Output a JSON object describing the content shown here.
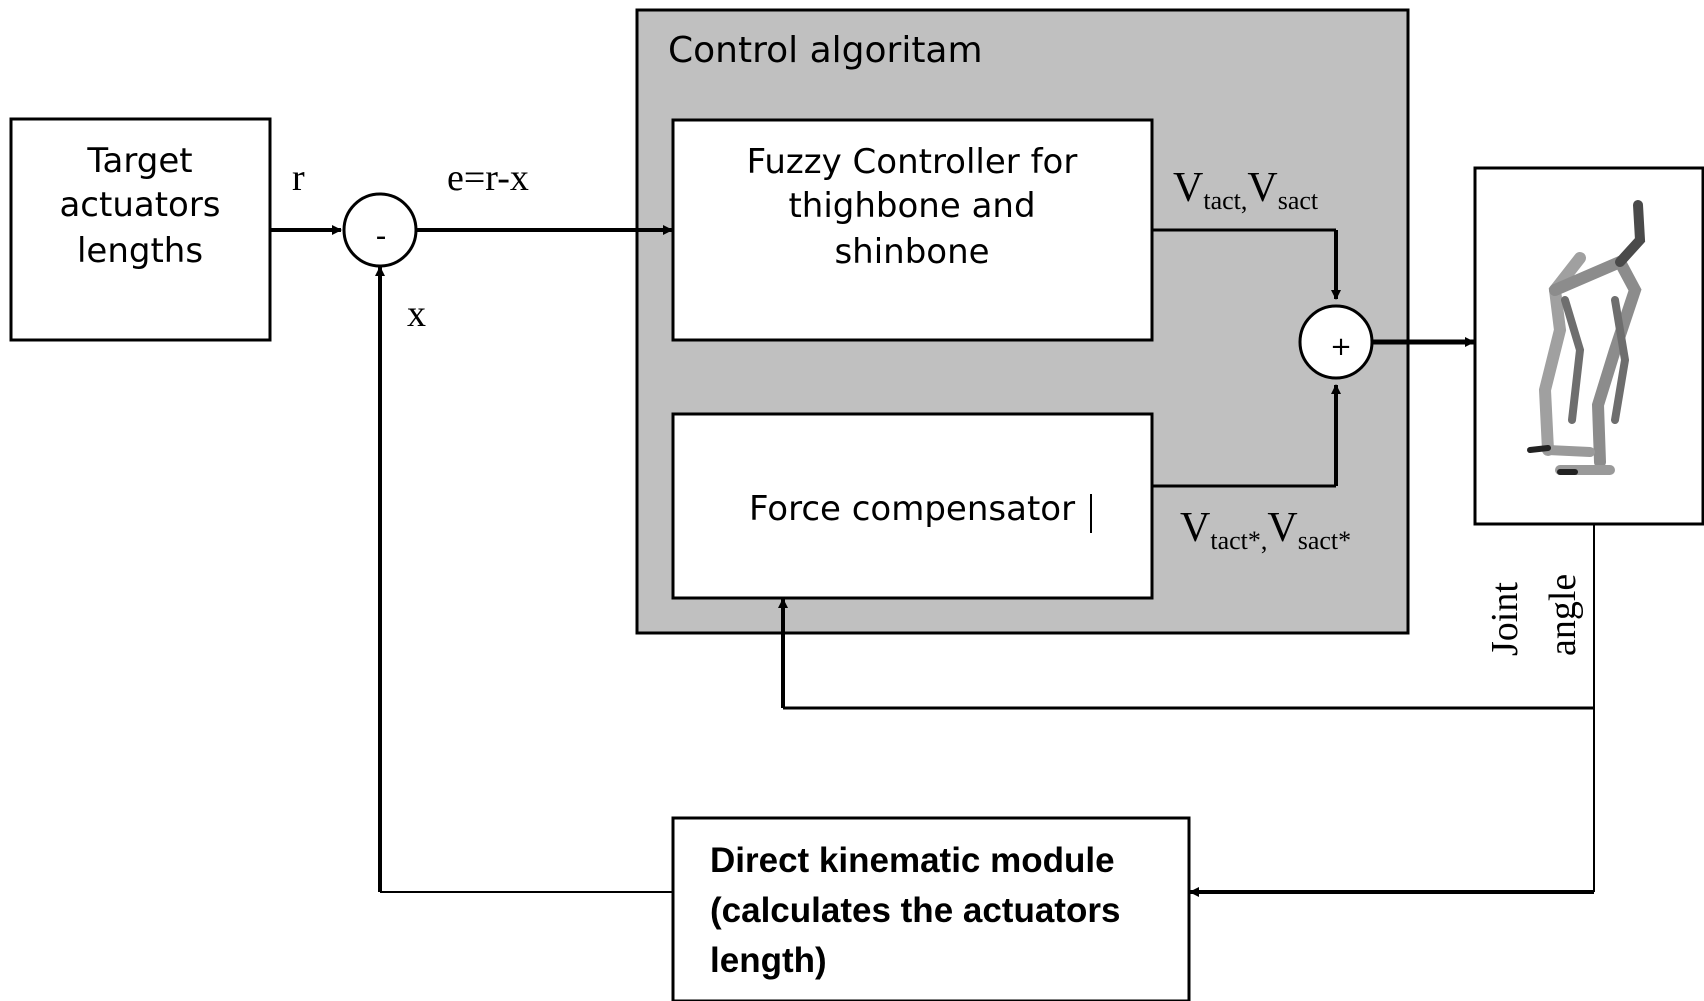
{
  "diagram": {
    "target_block": {
      "line1": "Target",
      "line2": "actuators",
      "line3": "lengths"
    },
    "signal_r": "r",
    "signal_e": "e=r-x",
    "signal_x": "x",
    "subtract_sign": "-",
    "sum_sign": "+",
    "control_group": {
      "title": "Control algoritam"
    },
    "fuzzy_block": {
      "line1": "Fuzzy Controller for",
      "line2": "thighbone and",
      "line3": "shinbone"
    },
    "force_block": {
      "label": "Force compensator"
    },
    "v_out_top": {
      "v1": "V",
      "sub1": "tact,",
      "v2": "V",
      "sub2": "sact"
    },
    "v_out_bottom": {
      "v1": "V",
      "sub1": "tact*,",
      "v2": "V",
      "sub2": "sact*"
    },
    "joint_angle": {
      "line1": "Joint",
      "line2": "angle"
    },
    "kinematic_block": {
      "line1": "Direct kinematic module",
      "line2": "(calculates the actuators",
      "line3": "length)"
    },
    "colors": {
      "control_group_fill": "#c0c0c0",
      "line": "#000000",
      "robot_gray": "#8c8c8c"
    }
  }
}
